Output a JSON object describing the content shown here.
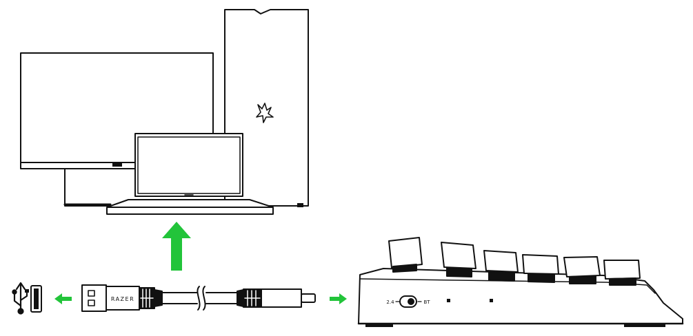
{
  "diagram": {
    "cable_brand_text": "RAZER",
    "keyboard_switch_label_left": "2.4",
    "keyboard_switch_label_right": "BT",
    "colors": {
      "line": "#111111",
      "arrow": "#22c43a",
      "background": "#ffffff",
      "gray": "#d0d0d0"
    },
    "icons": [
      "usb-symbol-icon",
      "usb-port-icon",
      "razer-logo-icon"
    ]
  }
}
